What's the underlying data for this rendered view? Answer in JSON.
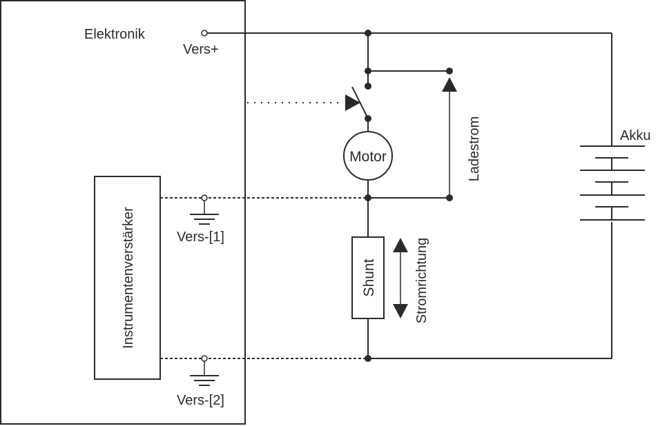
{
  "labels": {
    "electronics": "Elektronik",
    "vers_plus": "Vers+",
    "vers_minus_1": "Vers-[1]",
    "vers_minus_2": "Vers-[2]",
    "amplifier": "Instrumentenverstärker",
    "motor": "Motor",
    "shunt": "Shunt",
    "current_direction": "Stromrichtung",
    "charging_current": "Ladestrom",
    "battery": "Akku"
  },
  "colors": {
    "line": "#2a2a2a",
    "background": "#ffffff"
  }
}
